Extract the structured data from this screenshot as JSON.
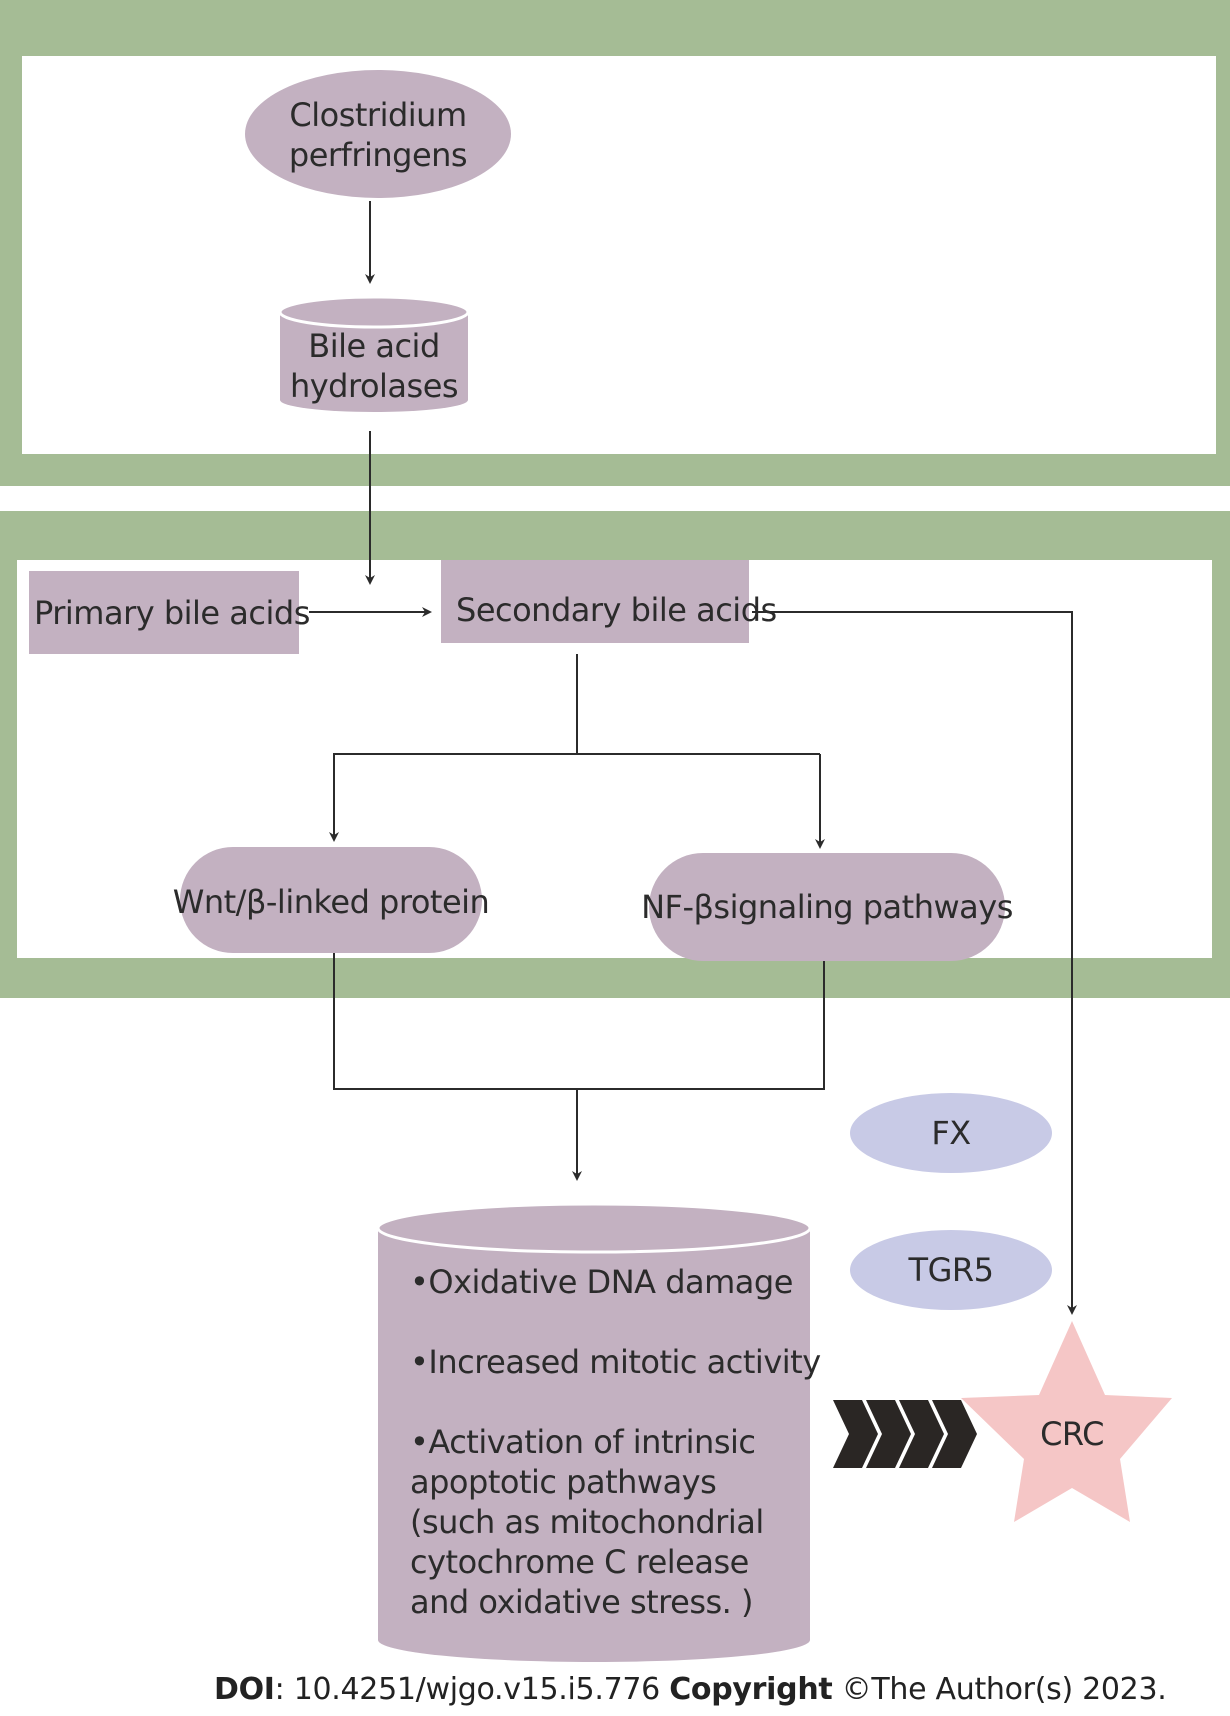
{
  "colors": {
    "panel_border": "#a5bc95",
    "node_fill": "#c3b1c1",
    "receptor_fill": "#c8cae6",
    "star_fill": "#f5c6c6",
    "chevron_fill": "#2a2624",
    "line": "#2b2b2b"
  },
  "nodes": {
    "clostridium": "Clostridium perfringens",
    "bile_acid_hydrolases": "Bile acid hydrolases",
    "primary_bile_acids": "Primary bile acids",
    "secondary_bile_acids": "Secondary bile acids",
    "wnt": "Wnt/β-linked protein",
    "nfb": "NF-βsignaling pathways",
    "fx": "FX",
    "tgr5": "TGR5",
    "crc": "CRC"
  },
  "effects": [
    "•Oxidative DNA damage",
    "•Increased mitotic activity",
    "•Activation of intrinsic apoptotic pathways (such as mitochondrial cytochrome C release and oxidative stress. )"
  ],
  "footer": {
    "doi_label": "DOI",
    "doi_value": ": 10.4251/wjgo.v15.i5.776",
    "copyright_label": "Copyright",
    "copyright_value": "©The Author(s) 2023."
  }
}
